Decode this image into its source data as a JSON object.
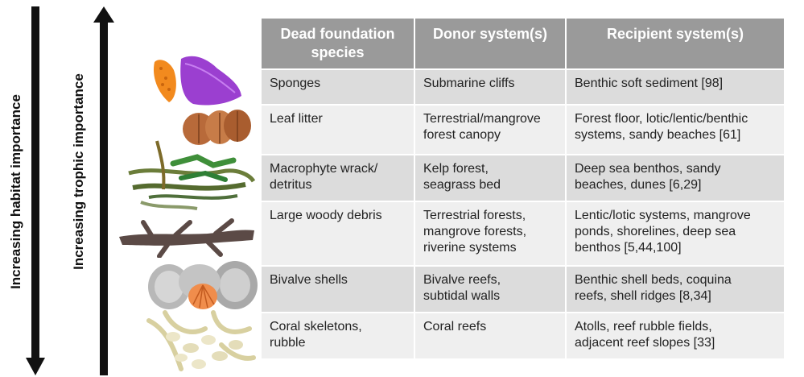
{
  "axis_labels": {
    "habitat": "Increasing habitat importance",
    "trophic": "Increasing trophic importance"
  },
  "table": {
    "headers": [
      [
        "Dead foundation",
        "species"
      ],
      [
        "Donor system(s)"
      ],
      [
        "Recipient system(s)"
      ]
    ],
    "rows": [
      {
        "species": [
          "Sponges"
        ],
        "donor": [
          "Submarine cliffs"
        ],
        "recipient": [
          "Benthic soft sediment [98]"
        ]
      },
      {
        "species": [
          "Leaf litter"
        ],
        "donor": [
          "Terrestrial/mangrove",
          "forest canopy"
        ],
        "recipient": [
          "Forest floor, lotic/lentic/benthic",
          "systems, sandy beaches [61]"
        ]
      },
      {
        "species": [
          "Macrophyte wrack/",
          "detritus"
        ],
        "donor": [
          "Kelp forest,",
          "seagrass bed"
        ],
        "recipient": [
          "Deep sea benthos, sandy",
          "beaches, dunes [6,29]"
        ]
      },
      {
        "species": [
          "Large woody debris"
        ],
        "donor": [
          "Terrestrial forests,",
          "mangrove forests,",
          "riverine systems"
        ],
        "recipient": [
          "Lentic/lotic systems, mangrove",
          "ponds, shorelines, deep sea",
          "benthos [5,44,100]"
        ]
      },
      {
        "species": [
          "Bivalve shells"
        ],
        "donor": [
          "Bivalve reefs,",
          "subtidal walls"
        ],
        "recipient": [
          "Benthic shell beds, coquina",
          "reefs, shell ridges [8,34]"
        ]
      },
      {
        "species": [
          "Coral skeletons,",
          "rubble"
        ],
        "donor": [
          "Coral reefs"
        ],
        "recipient": [
          "Atolls, reef rubble fields,",
          "adjacent reef slopes [33]"
        ]
      }
    ]
  },
  "colors": {
    "header_bg": "#9a9a9a",
    "row_odd": "#dcdcdc",
    "row_even": "#efefef",
    "arrow": "#111111"
  },
  "icons": [
    "sponge-icon",
    "leaf-litter-icon",
    "macrophyte-wrack-icon",
    "woody-debris-icon",
    "bivalve-shells-icon",
    "coral-rubble-icon"
  ]
}
